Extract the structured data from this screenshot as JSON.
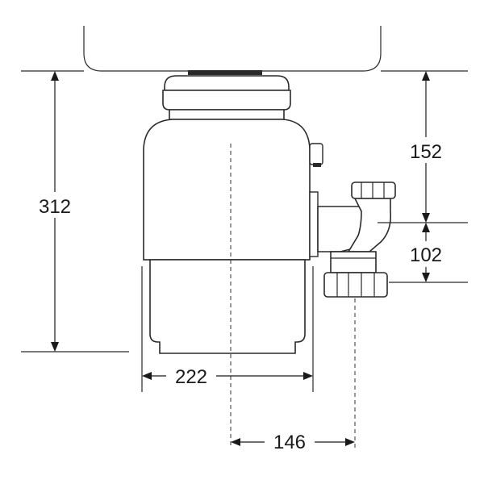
{
  "dimensions": {
    "total_height": "312",
    "top_to_inlet": "152",
    "inlet_to_outlet": "102",
    "body_width": "222",
    "center_to_outlet": "146"
  },
  "colors": {
    "line": "#2a2a2a",
    "background": "#ffffff"
  }
}
